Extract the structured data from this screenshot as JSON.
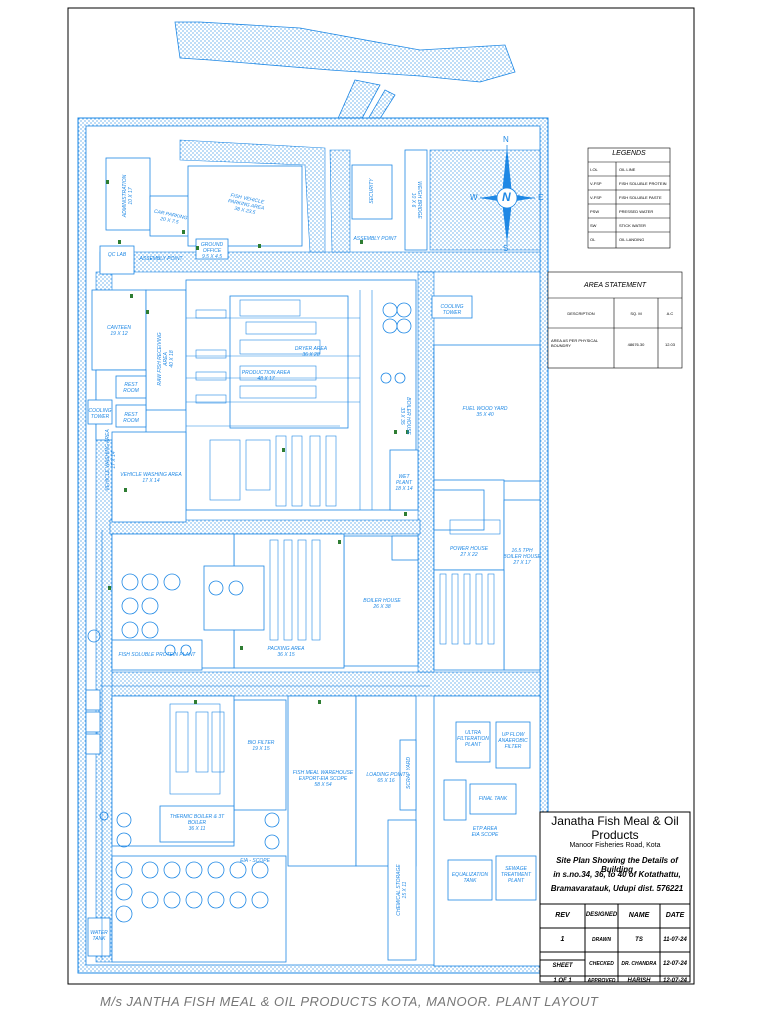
{
  "compass": {
    "n": "N",
    "s": "S",
    "e": "E",
    "w": "W",
    "center": "N"
  },
  "legend": {
    "title": "LEGENDS",
    "rows": [
      {
        "code": "I-OL",
        "desc": "OIL LINE"
      },
      {
        "code": "V-FSP",
        "desc": "FISH SOLUBLE PROTEIN"
      },
      {
        "code": "V-FSP",
        "desc": "FISH SOLUBLE PASTE"
      },
      {
        "code": "PSW",
        "desc": "PRESSED WATER"
      },
      {
        "code": "SW",
        "desc": "STICK WATER"
      },
      {
        "code": "OL",
        "desc": "OIL LANDING"
      }
    ]
  },
  "area_statement": {
    "title": "AREA STATEMENT",
    "headers": [
      "DESCRIPTION",
      "SQ. M",
      "A.C"
    ],
    "row": {
      "desc": "AREA AS PER PHYSICAL BOUNDRY",
      "sqm": "48676.30",
      "ac": "12.03"
    }
  },
  "labels": {
    "admin": "ADMINISTRATION\n10 X 17",
    "car_parking": "CAR PARKING\n20 X 7.5",
    "fish_parking": "FISH VEHICLE\nPARKING AREA\n38 X 23.5",
    "security": "SECURITY",
    "assembly": "ASSEMBLY POINT",
    "weighbridge": "WEIGH BRIDGE\n10 X 6",
    "qc_lab": "QC LAB",
    "ground_office": "GROUND OFFICE\n9.5 X 4.5",
    "assembly2": "ASSEMBLY POINT",
    "canteen": "CANTEEN\n19 X 12",
    "raw_fish": "RAW FISH RECEIVING\nAREA\n40 X 18",
    "rest_room": "REST ROOM",
    "rest_room2": "REST ROOM",
    "cooling_tower": "COOLING TOWER",
    "cooling_tower2": "COOLING TOWER",
    "dryer_area": "DRYER AREA\n36 X 28",
    "production": "PRODUCTION AREA\n48 X 17",
    "fuel_yard": "FUEL WOOD YARD\n35 X 40",
    "boiler_house_v": "BOILER HOUSE\n33 X 35",
    "vehicle_wash": "VEHICLE WASHING AREA\n17 X 14",
    "wet_plant": "WET PLANT\n18 X 14",
    "power_house": "POWER HOUSE\n27 X 22",
    "tph_boiler": "16.5 TPH\nBOILER HOUSE\n27 X 17",
    "boiler_house": "BOILER HOUSE\n26 X 38",
    "packing": "PACKING AREA\n36 X 15",
    "fish_soluble": "FISH SOLUBLE PROTEIN PLANT",
    "biofilter": "BIO FILTER\n19 X 15",
    "fish_meal_wh": "FISH MEAL WAREHOUSE\nEXPORT-EIA SCOPE\n58 X 54",
    "loading_point": "LOADING POINT\n65 X 16",
    "ultra": "ULTRA\nFILTERATION\nPLANT",
    "anaerobic": "UP FLOW\nANAEROBIC\nFILTER",
    "final_tank": "FINAL TANK",
    "etp": "ETP AREA\nEIA SCOPE",
    "equalization": "EQUALIZATION\nTANK",
    "sewage": "SEWAGE\nTREATMENT\nPLANT",
    "thermic": "THERMIC BOILER & 3T BOILER\n36 X 11",
    "eia_scope": "EIA - SCOPE",
    "chemical": "CHEMICAL STORAGE\n15 X 11",
    "water_tank": "WATER TANK",
    "scrap": "SCRAP YARD"
  },
  "title_block": {
    "company": "Janatha Fish Meal & Oil Products",
    "address": "Manoor Fisheries Road, Kota",
    "desc_line1": "Site Plan Showing the Details of Building",
    "desc_line2": "in s.no.34, 36, to 40 of Kotathattu,",
    "desc_line3": "Bramavaratauk, Udupi dist. 576221",
    "headers": {
      "rev": "REV",
      "designed": "DESIGNED",
      "name": "NAME",
      "date": "DATE"
    },
    "rev": "1",
    "sheet_label": "SHEET",
    "sheet": "1 OF 1",
    "rows": [
      {
        "role": "DRAWN",
        "name": "TS",
        "date": "11-07-24"
      },
      {
        "role": "CHECKED",
        "name": "DR. CHANDRA",
        "date": "12-07-24"
      },
      {
        "role": "APPROVED",
        "name": "HARISH",
        "date": "12-07-24"
      }
    ]
  },
  "footer": "M/s JANTHA  FISH MEAL & OIL PRODUCTS KOTA, MANOOR. PLANT LAYOUT"
}
